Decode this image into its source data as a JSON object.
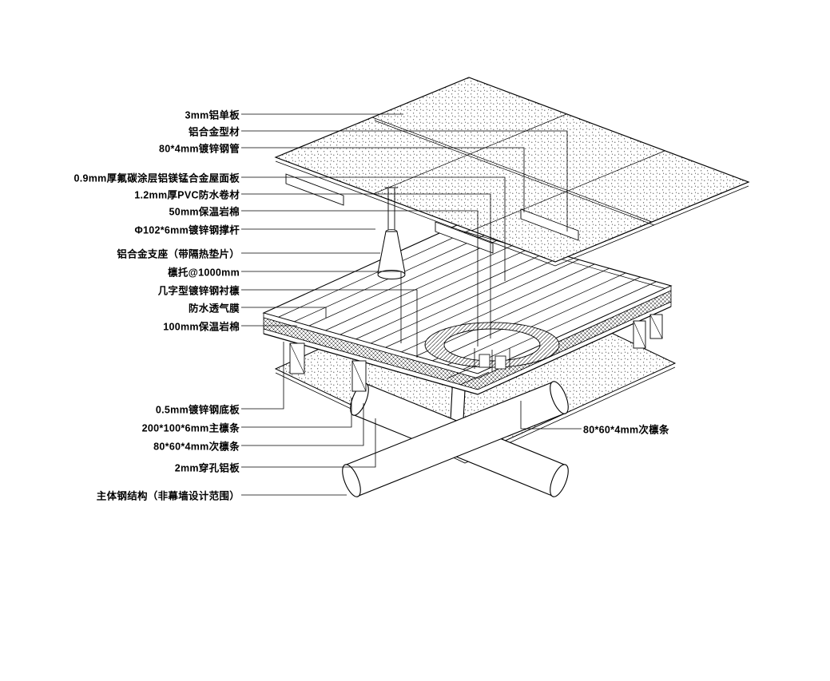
{
  "diagram": {
    "type": "roof-construction-detail-axonometric",
    "colors": {
      "line": "#000000",
      "background": "#ffffff"
    },
    "labels_left": [
      {
        "text": "3mm铝单板"
      },
      {
        "text": "铝合金型材"
      },
      {
        "text": "80*4mm镀锌钢管"
      },
      {
        "text": "0.9mm厚氟碳涂层铝镁锰合金屋面板"
      },
      {
        "text": "1.2mm厚PVC防水卷材"
      },
      {
        "text": "50mm保温岩棉"
      },
      {
        "text": "Φ102*6mm镀锌钢撑杆"
      },
      {
        "text": "铝合金支座（带隔热垫片）"
      },
      {
        "text": "檩托@1000mm"
      },
      {
        "text": "几字型镀锌钢衬檩"
      },
      {
        "text": "防水透气膜"
      },
      {
        "text": "100mm保温岩棉"
      },
      {
        "text": "0.5mm镀锌钢底板"
      },
      {
        "text": "200*100*6mm主檩条"
      },
      {
        "text": "80*60*4mm次檩条"
      },
      {
        "text": "2mm穿孔铝板"
      },
      {
        "text": "主体钢结构（非幕墙设计范围）"
      }
    ],
    "labels_right": [
      {
        "text": "80*60*4mm次檩条"
      }
    ]
  }
}
